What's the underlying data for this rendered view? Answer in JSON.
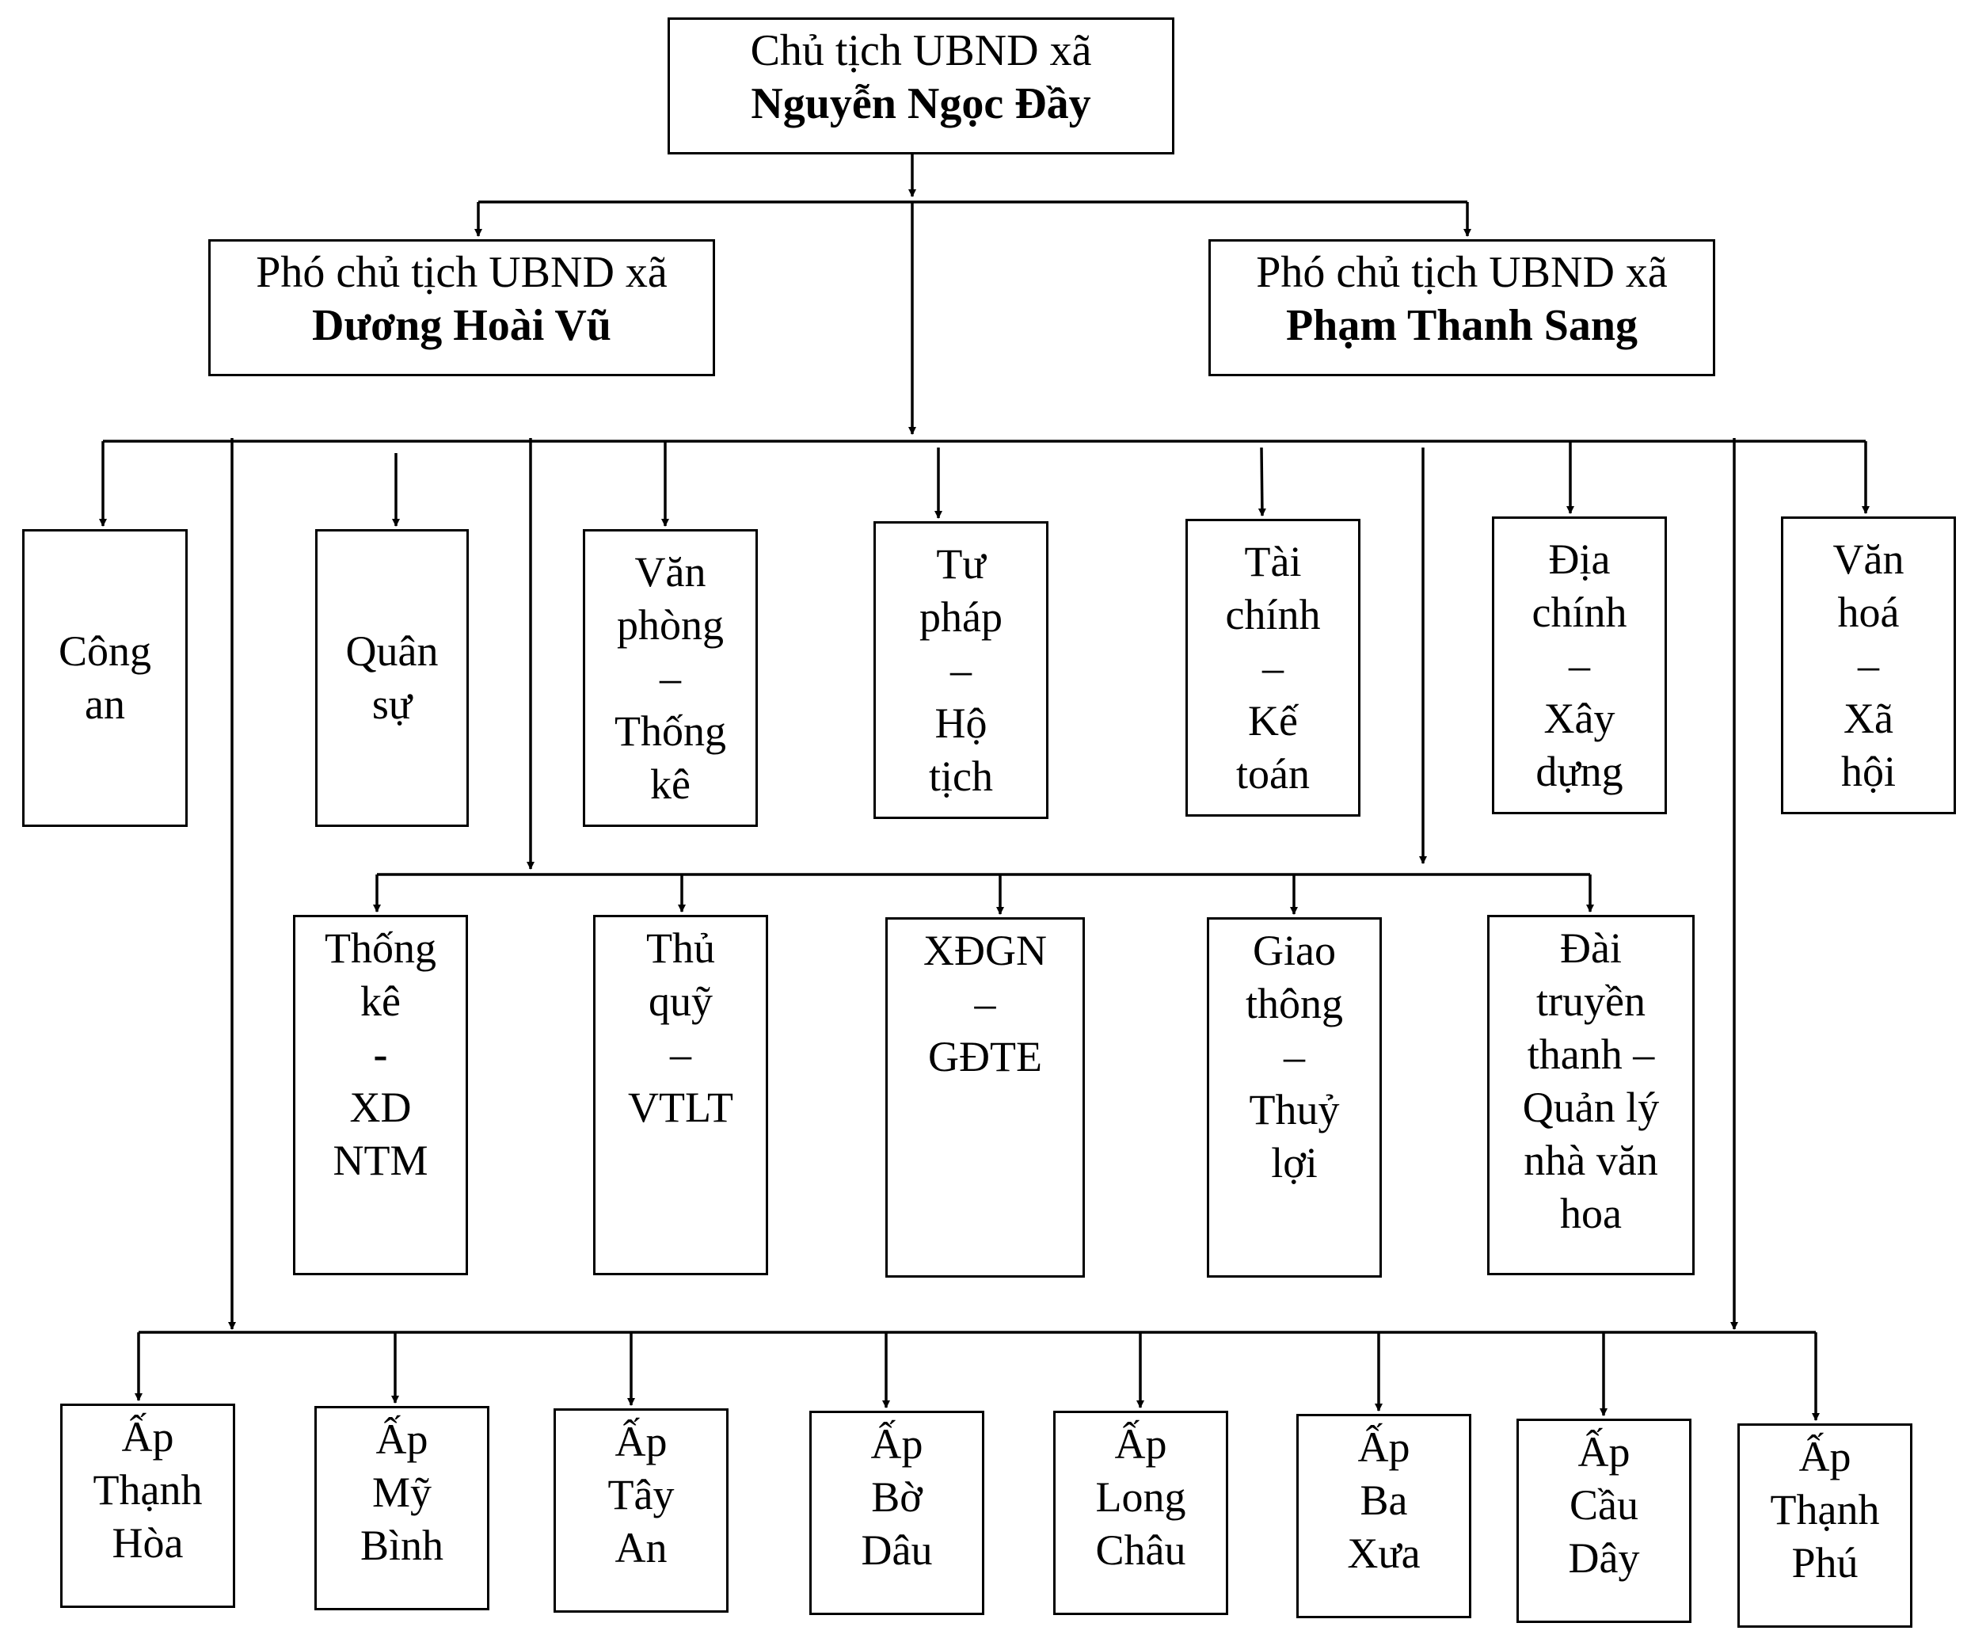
{
  "chairman": {
    "title": "Chủ tịch UBND xã",
    "name": "Nguyễn Ngọc Đầy"
  },
  "vice_left": {
    "title": "Phó chủ tịch UBND xã",
    "name": "Dương Hoài Vũ"
  },
  "vice_right": {
    "title": "Phó chủ tịch UBND xã",
    "name": "Phạm Thanh Sang"
  },
  "departments": [
    {
      "lines": [
        "Công",
        "an"
      ]
    },
    {
      "lines": [
        "Quân",
        "sự"
      ]
    },
    {
      "lines": [
        "Văn",
        "phòng",
        "–",
        "Thống",
        "kê"
      ]
    },
    {
      "lines": [
        "Tư",
        "pháp",
        "–",
        "Hộ",
        "tịch"
      ]
    },
    {
      "lines": [
        "Tài",
        "chính",
        "–",
        "Kế",
        "toán"
      ]
    },
    {
      "lines": [
        "Địa",
        "chính",
        "–",
        "Xây",
        "dựng"
      ]
    },
    {
      "lines": [
        "Văn",
        "hoá",
        "–",
        "Xã",
        "hội"
      ]
    }
  ],
  "sub_departments": [
    {
      "lines": [
        "Thống",
        "kê",
        "-",
        "XD",
        "NTM"
      ]
    },
    {
      "lines": [
        "Thủ",
        "quỹ",
        "–",
        "VTLT"
      ]
    },
    {
      "lines": [
        "XĐGN",
        "–",
        "GĐTE"
      ]
    },
    {
      "lines": [
        "Giao",
        "thông",
        "–",
        "Thuỷ",
        "lợi"
      ]
    },
    {
      "lines": [
        "Đài",
        "truyền",
        "thanh –",
        "Quản lý",
        "nhà văn",
        "hoa"
      ]
    }
  ],
  "hamlets": [
    {
      "lines": [
        "Ấp",
        "Thạnh",
        "Hòa"
      ]
    },
    {
      "lines": [
        "Ấp",
        "Mỹ",
        "Bình"
      ]
    },
    {
      "lines": [
        "Ấp",
        "Tây",
        "An"
      ]
    },
    {
      "lines": [
        "Ấp",
        "Bờ",
        "Dâu"
      ]
    },
    {
      "lines": [
        "Ấp",
        "Long",
        "Châu"
      ]
    },
    {
      "lines": [
        "Ấp",
        "Ba",
        "Xưa"
      ]
    },
    {
      "lines": [
        "Ấp",
        "Cầu",
        "Dây"
      ]
    },
    {
      "lines": [
        "Ấp",
        "Thạnh",
        "Phú"
      ]
    }
  ]
}
